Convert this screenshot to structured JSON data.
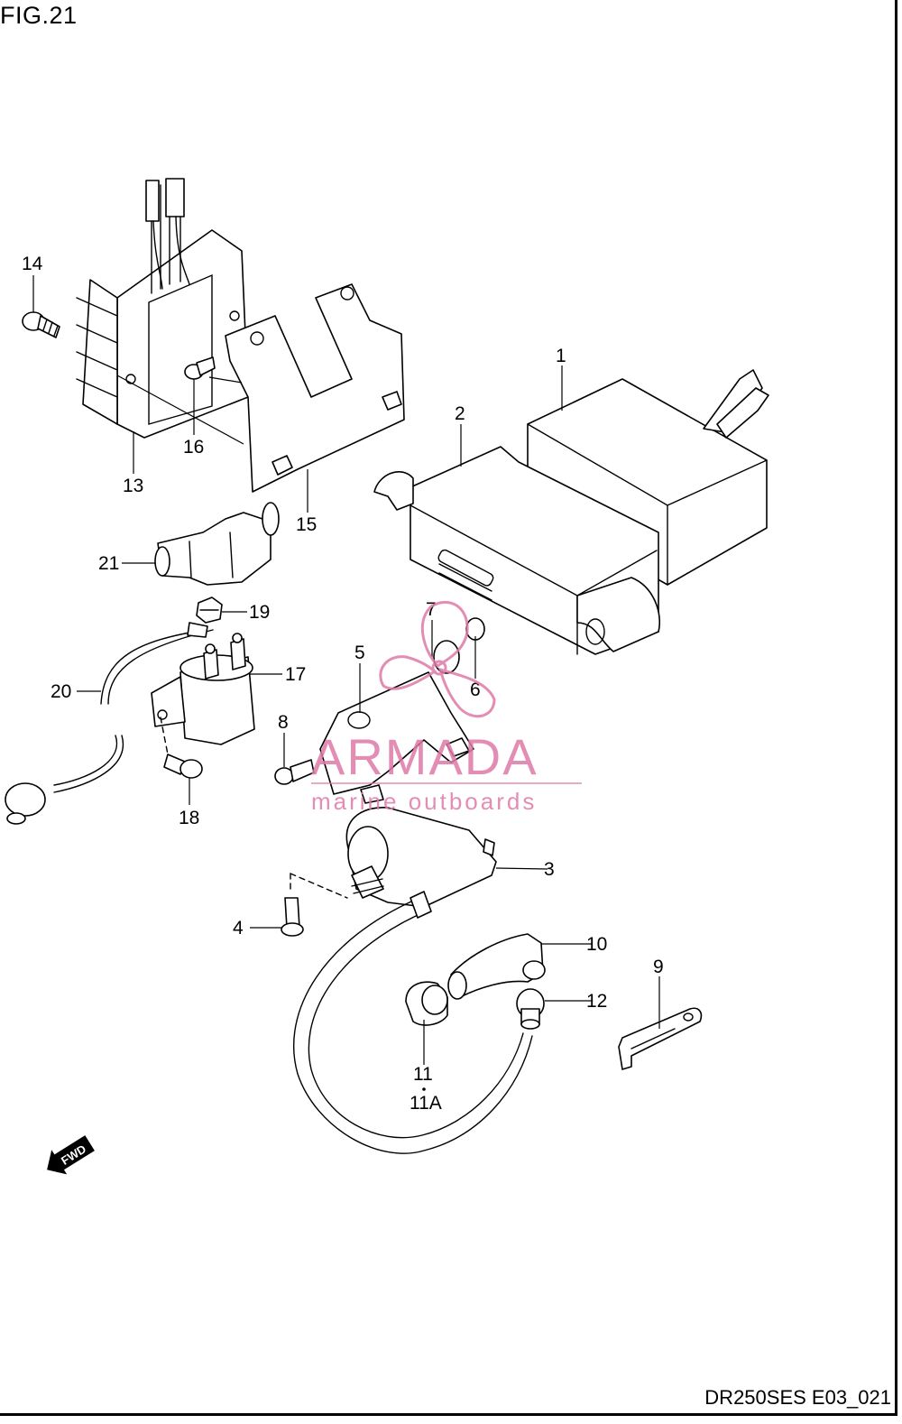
{
  "figure": {
    "title": "FIG.21",
    "code": "DR250SES E03_021"
  },
  "callouts": [
    "1",
    "2",
    "3",
    "4",
    "5",
    "6",
    "7",
    "8",
    "9",
    "10",
    "11",
    "11A",
    "12",
    "13",
    "14",
    "15",
    "16",
    "17",
    "18",
    "19",
    "20",
    "21"
  ],
  "fwd_label": "FWD",
  "watermark": {
    "brand": "ARMADA",
    "tagline": "marine outboards",
    "color": "#e07aa8"
  }
}
